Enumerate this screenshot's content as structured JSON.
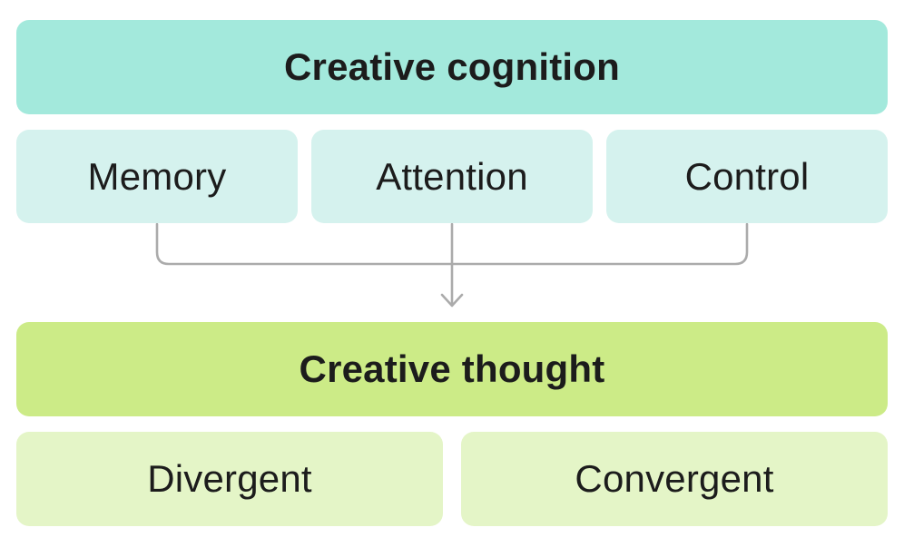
{
  "top": {
    "title": "Creative cognition",
    "items": [
      {
        "label": "Memory"
      },
      {
        "label": "Attention"
      },
      {
        "label": "Control"
      }
    ]
  },
  "bottom": {
    "title": "Creative thought",
    "items": [
      {
        "label": "Divergent"
      },
      {
        "label": "Convergent"
      }
    ]
  },
  "connector": {
    "icon": "arrow-down-icon",
    "description": "merge lines from Memory, Attention and Control into a single downward arrow pointing at Creative thought"
  },
  "colors": {
    "top_header_bg": "#a3e9dc",
    "top_item_bg": "#d5f2ee",
    "bottom_header_bg": "#cceb87",
    "bottom_item_bg": "#e4f5c7",
    "text": "#1c1c1c",
    "connector": "#ababab",
    "background": "#ffffff"
  }
}
